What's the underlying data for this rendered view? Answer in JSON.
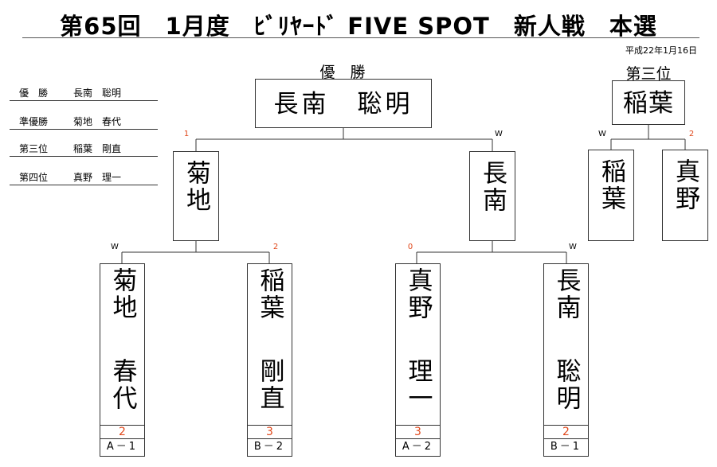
{
  "title": "第65回　1月度　ﾋﾞﾘﾔｰﾄﾞ FIVE SPOT　新人戦　本選",
  "date": "平成22年1月16日",
  "results": [
    {
      "position": "優　勝",
      "name": "長南　聡明"
    },
    {
      "position": "準優勝",
      "name": "菊地　春代"
    },
    {
      "position": "第三位",
      "name": "稲葉　剛直"
    },
    {
      "position": "第四位",
      "name": "真野　理一"
    }
  ],
  "champion": {
    "caption": "優　勝",
    "name": "長南　聡明"
  },
  "third_place": {
    "caption": "第三位",
    "name": "稲葉"
  },
  "final": {
    "left": {
      "name": "菊地",
      "mark": "1"
    },
    "right": {
      "name": "長南",
      "mark": "W"
    }
  },
  "third_match": {
    "left": {
      "name": "稲葉",
      "mark": "W"
    },
    "right": {
      "name": "真野",
      "mark": "2"
    }
  },
  "first_round": [
    {
      "given": "菊地",
      "family": "春代",
      "mark": "W",
      "score": "2",
      "code": "A－1"
    },
    {
      "given": "稲葉",
      "family": "剛直",
      "mark": "2",
      "score": "3",
      "code": "B－2"
    },
    {
      "given": "真野",
      "family": "理一",
      "mark": "0",
      "score": "3",
      "code": "A－2"
    },
    {
      "given": "長南",
      "family": "聡明",
      "mark": "W",
      "score": "2",
      "code": "B－1"
    }
  ],
  "colors": {
    "line": "#333333",
    "score": "#e0471a"
  }
}
